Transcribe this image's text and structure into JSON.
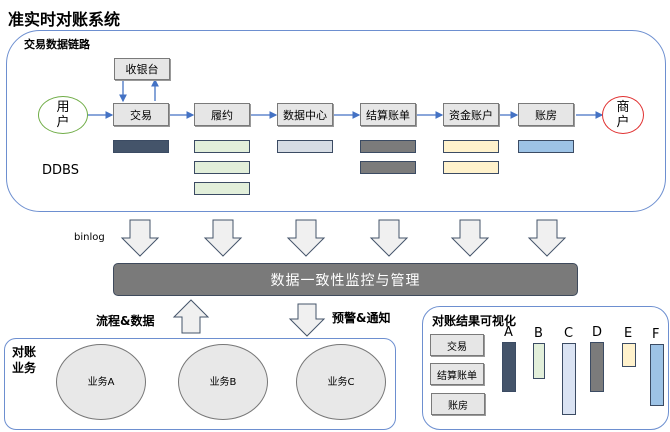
{
  "title": "准实时对账系统",
  "chain": {
    "title": "交易数据链路",
    "start_node": "用户",
    "end_node": "商户",
    "cashier": "收银台",
    "steps": [
      {
        "label": "交易",
        "bars": [
          "#44546a"
        ]
      },
      {
        "label": "履约",
        "bars": [
          "#e2efda",
          "#e2efda",
          "#e2efda"
        ]
      },
      {
        "label": "数据中心",
        "bars": [
          "#d6dce4"
        ]
      },
      {
        "label": "结算账单",
        "bars": [
          "#7b7b7b",
          "#7b7b7b"
        ]
      },
      {
        "label": "资金账户",
        "bars": [
          "#fff2cc",
          "#fff2cc"
        ]
      },
      {
        "label": "账房",
        "bars": [
          "#9dc3e6"
        ]
      }
    ],
    "db_label": "DDBS",
    "start_color": "#70ad47",
    "end_color": "#e03030"
  },
  "binlog_label": "binlog",
  "monitor": {
    "label": "数据一致性监控与管理"
  },
  "flow_up_label": "流程&数据",
  "flow_down_label": "预警&通知",
  "business": {
    "title_line1": "对账",
    "title_line2": "业务",
    "items": [
      "业务A",
      "业务B",
      "业务C"
    ]
  },
  "visualization": {
    "title": "对账结果可视化",
    "legend_boxes": [
      "交易",
      "结算账单",
      "账房"
    ],
    "columns": [
      {
        "label": "A",
        "color": "#44546a"
      },
      {
        "label": "B",
        "color": "#e2efda"
      },
      {
        "label": "C",
        "color": "#dae3f3"
      },
      {
        "label": "D",
        "color": "#7b7b7b"
      },
      {
        "label": "E",
        "color": "#fff2cc"
      },
      {
        "label": "F",
        "color": "#9dc3e6"
      }
    ]
  }
}
